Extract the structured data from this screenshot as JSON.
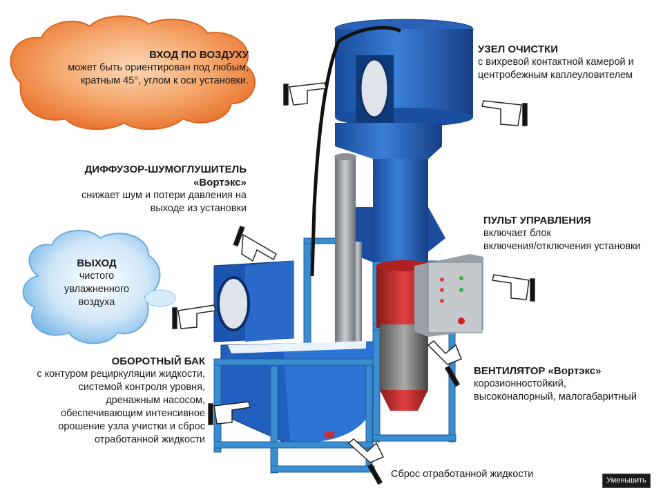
{
  "colors": {
    "cloud_orange": "#f07a2a",
    "cloud_blue": "#7ab8e6",
    "machine_blue": "#1f5fbf",
    "frame_blue": "#3a8ed0",
    "fan_red": "#c8282a",
    "control_grey": "#b8bcc2"
  },
  "labels": {
    "air_inlet": {
      "title": "ВХОД ПО ВОЗДУХУ",
      "l1": "может быть ориентирован под любым,",
      "l2": "кратным 45°, углом к оси установки."
    },
    "cleaning": {
      "title": "УЗЕЛ ОЧИСТКИ",
      "l1": "с вихревой контактной камерой и",
      "l2": "центробежным каплеуловителем"
    },
    "diffuser": {
      "title": "ДИФФУЗОР-ШУМОГЛУШИТЕЛЬ",
      "t2": "«Вортэкс»",
      "l1": "снижает шум и потери давления на",
      "l2": "выходе из установки"
    },
    "outlet": {
      "title": "ВЫХОД",
      "l1": "чистого",
      "l2": "увлажненного",
      "l3": "воздуха"
    },
    "control": {
      "title": "ПУЛЬТ УПРАВЛЕНИЯ",
      "l1": "включает блок",
      "l2": "включения/отключения установки"
    },
    "tank": {
      "title": "ОБОРОТНЫЙ БАК",
      "l1": "с контуром рециркуляции жидкости,",
      "l2": "системой контроля уровня,",
      "l3": "дренажным насосом,",
      "l4": "обеспечивающим интенсивное",
      "l5": "орошение узла учистки и сброс",
      "l6": "отработанной жидкости"
    },
    "fan": {
      "title": "ВЕНТИЛЯТОР «Вортэкс»",
      "l1": "корозионностойкий,",
      "l2": "высоконапорный, малогабаритный"
    },
    "drain": {
      "text": "Сброс отработанной жидкости"
    }
  },
  "button": {
    "shrink": "Уменьшить"
  }
}
